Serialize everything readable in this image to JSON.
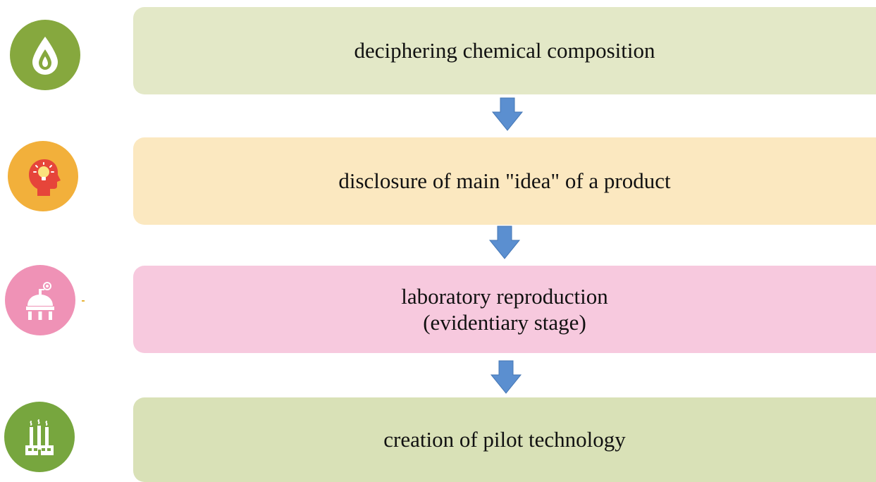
{
  "steps": [
    {
      "lines": [
        "deciphering chemical composition"
      ],
      "icon": "water-drop-icon",
      "color": "#86a83e"
    },
    {
      "lines": [
        "disclosure of main \"idea\" of a product"
      ],
      "icon": "head-lightbulb-icon",
      "color": "#f2b03b"
    },
    {
      "lines": [
        "laboratory reproduction",
        "(evidentiary stage)"
      ],
      "icon": "laboratory-icon",
      "color": "#ef92b6"
    },
    {
      "lines": [
        "creation of pilot technology"
      ],
      "icon": "factory-icon",
      "color": "#77a63e"
    }
  ],
  "arrow_color": "#5b8fd0"
}
